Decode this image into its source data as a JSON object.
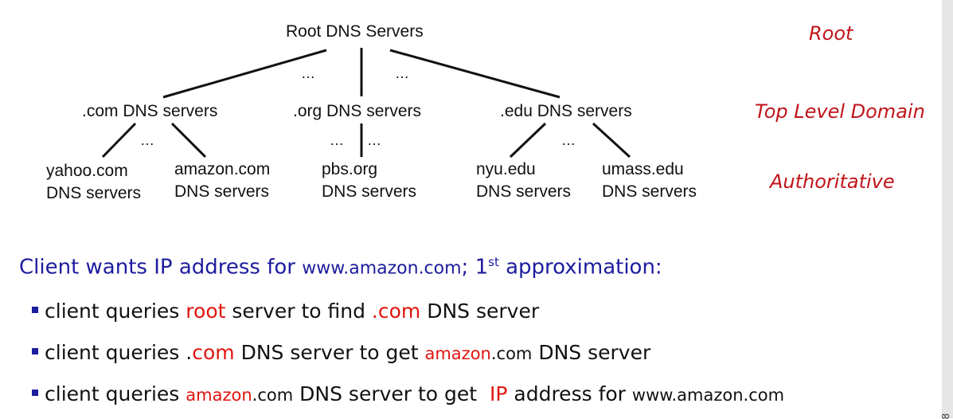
{
  "tree": {
    "root": "Root DNS Servers",
    "tld": [
      ".com DNS servers",
      ".org DNS servers",
      ".edu DNS servers"
    ],
    "auth": {
      "yahoo": [
        "yahoo.com",
        "DNS servers"
      ],
      "amazon": [
        "amazon.com",
        "DNS servers"
      ],
      "pbs": [
        "pbs.org",
        "DNS servers"
      ],
      "nyu": [
        "nyu.edu",
        "DNS servers"
      ],
      "umass": [
        "umass.edu",
        "DNS servers"
      ]
    },
    "ellipsis": "…"
  },
  "levels": {
    "root": "Root",
    "tld": "Top Level Domain",
    "auth": "Authoritative"
  },
  "headline": {
    "part1": "Client wants IP address for ",
    "domain": "www.amazon.com",
    "part2": "; 1",
    "sup": "st",
    "part3": " approximation:"
  },
  "bullets": {
    "b1": {
      "t1": "client queries ",
      "t2": "root",
      "t3": " server to find ",
      "t4": ".com",
      "t5": " DNS server"
    },
    "b2": {
      "t1": "client queries .",
      "t2": "com",
      "t3": " DNS server to get ",
      "t4": "amazon",
      "t5": ".com",
      "t6": " DNS server"
    },
    "b3": {
      "t1": "client queries ",
      "t2": "amazon",
      "t3": ".com",
      "t4": " DNS server to get  ",
      "t5": "IP",
      "t6": " address for ",
      "t7": "www.amazon.com"
    }
  },
  "colors": {
    "level": "#c0141a",
    "headline": "#1c1c9e",
    "highlight": "#e0150f"
  },
  "page_number": "8"
}
